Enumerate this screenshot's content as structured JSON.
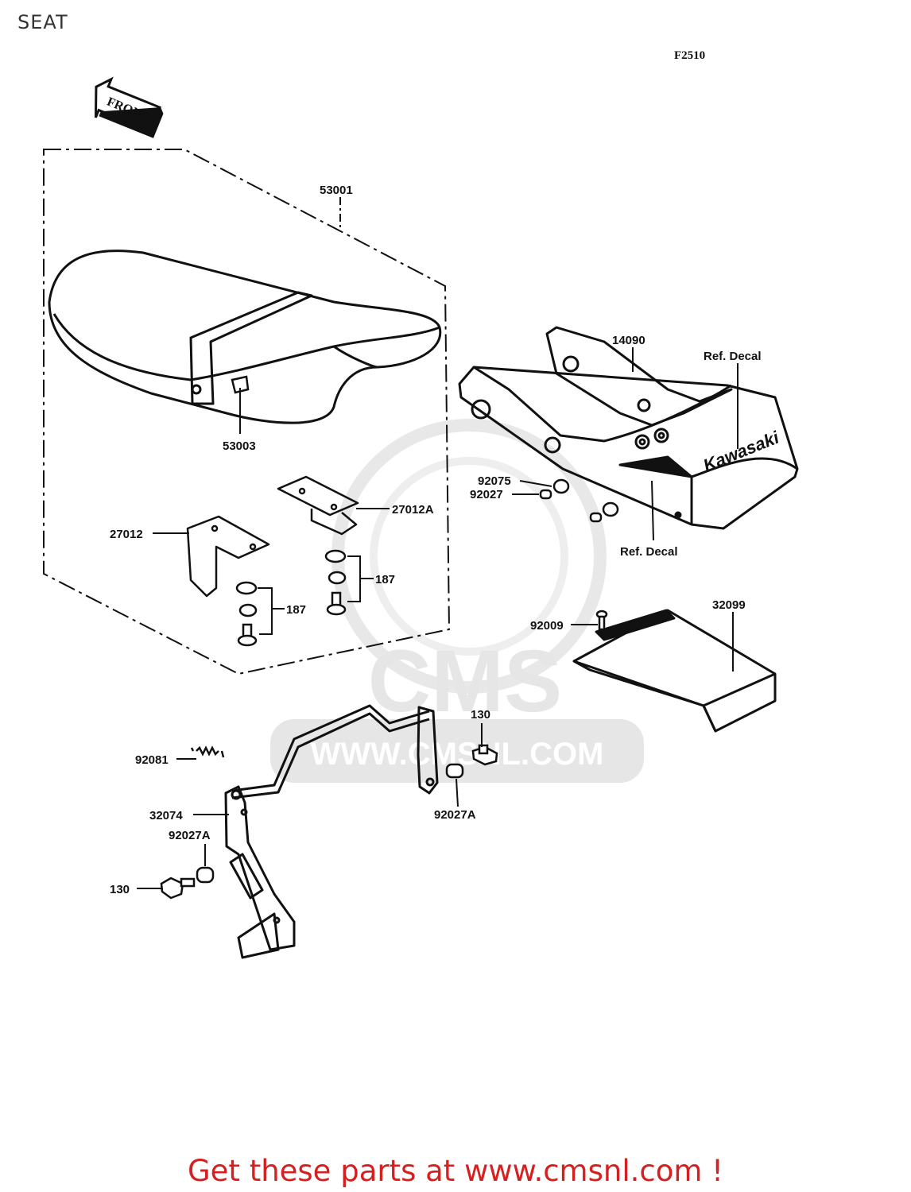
{
  "page": {
    "title": "SEAT",
    "figure_code": "F2510"
  },
  "front_marker": "FRONT",
  "watermark": {
    "logo_text": "CMS",
    "url_text": "WWW.CMSNL.COM"
  },
  "decal": {
    "brand_text": "Kawasaki"
  },
  "parts": [
    {
      "id": "p53001",
      "number": "53001"
    },
    {
      "id": "p53003",
      "number": "53003"
    },
    {
      "id": "p14090",
      "number": "14090"
    },
    {
      "id": "pRefDecal1",
      "number": "Ref. Decal"
    },
    {
      "id": "pRefDecal2",
      "number": "Ref. Decal"
    },
    {
      "id": "p92075",
      "number": "92075"
    },
    {
      "id": "p92027",
      "number": "92027"
    },
    {
      "id": "p27012A",
      "number": "27012A"
    },
    {
      "id": "p27012",
      "number": "27012"
    },
    {
      "id": "p187a",
      "number": "187"
    },
    {
      "id": "p187b",
      "number": "187"
    },
    {
      "id": "p32099",
      "number": "32099"
    },
    {
      "id": "p92009",
      "number": "92009"
    },
    {
      "id": "p130a",
      "number": "130"
    },
    {
      "id": "p92081",
      "number": "92081"
    },
    {
      "id": "p92027Aa",
      "number": "92027A"
    },
    {
      "id": "p32074",
      "number": "32074"
    },
    {
      "id": "p92027Ab",
      "number": "92027A"
    },
    {
      "id": "p130b",
      "number": "130"
    }
  ],
  "footer": {
    "text": "Get these parts at www.cmsnl.com !"
  }
}
